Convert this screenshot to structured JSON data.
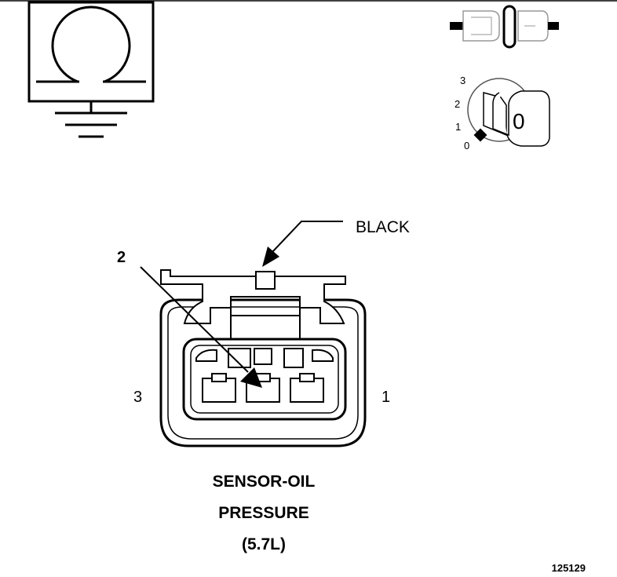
{
  "ignition_key": {
    "positions": [
      "3",
      "2",
      "1",
      "0"
    ],
    "selected_position": "0",
    "key_label": "0"
  },
  "connector": {
    "callout_color_label": "BLACK",
    "callout_number": "2",
    "pin_left_label": "3",
    "pin_right_label": "1"
  },
  "caption": {
    "line1": "SENSOR-OIL",
    "line2": "PRESSURE",
    "line3": "(5.7L)"
  },
  "figure_number": "125129"
}
